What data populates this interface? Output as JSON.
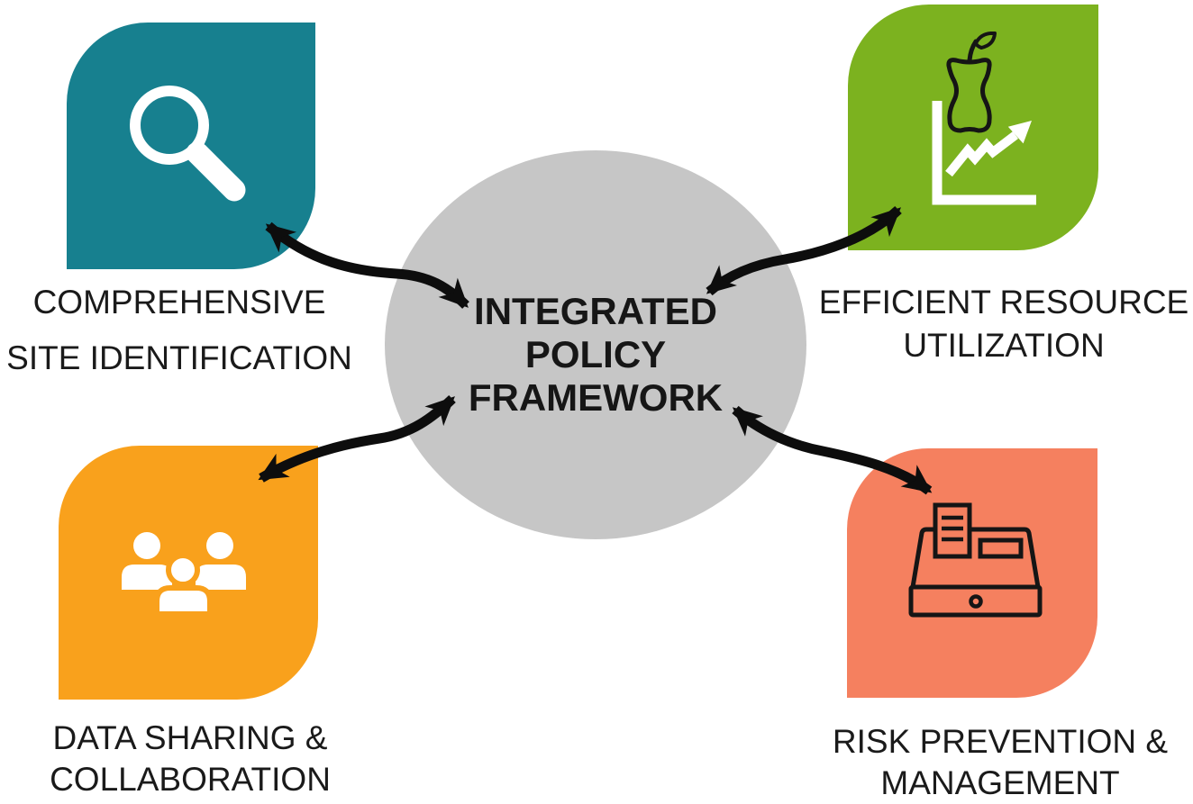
{
  "figure": {
    "center": {
      "title_line1": "INTEGRATED",
      "title_line2": "POLICY",
      "title_line3": "FRAMEWORK",
      "fill_color": "#c6c6c6",
      "text_color": "#161616"
    },
    "arrow_color": "#0d0d0d",
    "background_color": "#ffffff",
    "icon_stroke_color": "#151515",
    "icon_white_color": "#ffffff",
    "nodes": {
      "site_identification": {
        "label_line1": "COMPREHENSIVE",
        "label_line2": "SITE IDENTIFICATION",
        "color": "#17808F",
        "icon": "magnifier-search-icon"
      },
      "resource_utilization": {
        "label_line1": "EFFICIENT RESOURCE",
        "label_line2": "UTILIZATION",
        "color": "#7CB21F",
        "icon": "apple-core-growth-chart-icon"
      },
      "data_sharing": {
        "label_line1": "DATA SHARING &",
        "label_line2": "COLLABORATION",
        "color": "#F9A11C",
        "icon": "people-group-icon"
      },
      "risk_prevention": {
        "label_line1": "RISK PREVENTION &",
        "label_line2": "MANAGEMENT",
        "color": "#F5805F",
        "icon": "cash-register-icon"
      }
    }
  }
}
